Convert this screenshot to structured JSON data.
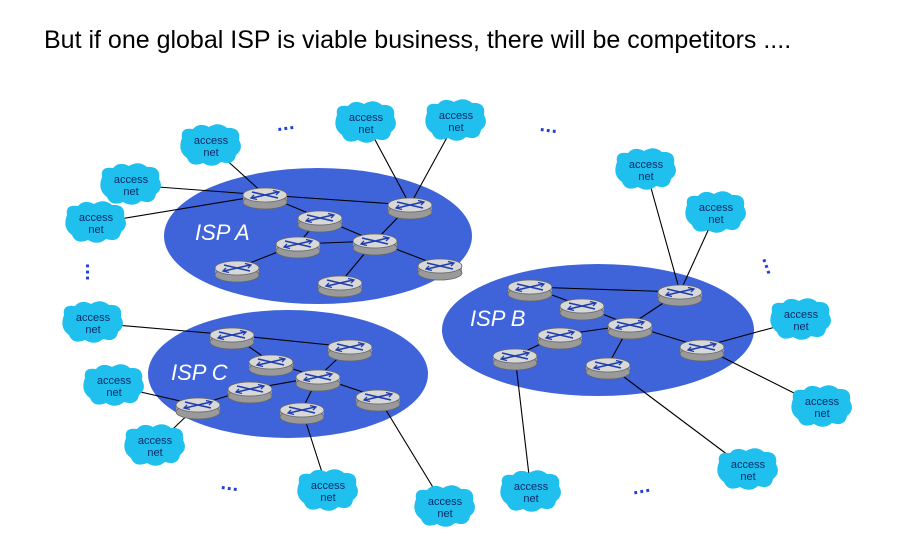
{
  "title": "But if one global ISP is viable business, there will be competitors ....",
  "isps": [
    {
      "id": "a",
      "label": "ISP A"
    },
    {
      "id": "b",
      "label": "ISP B"
    },
    {
      "id": "c",
      "label": "ISP C"
    }
  ],
  "access_net": {
    "line1": "access",
    "line2": "net"
  },
  "ellipsis": "...",
  "colors": {
    "isp_fill": "#3f64d9",
    "access_net_fill": "#1fc0ee",
    "router_top": "#d8d8d8",
    "router_side": "#9a9a9a",
    "router_arrows": "#1e3db0",
    "link": "#000000",
    "dots": "#1f3fd8"
  },
  "icons": [
    "router-icon",
    "access-net-cloud-icon"
  ]
}
